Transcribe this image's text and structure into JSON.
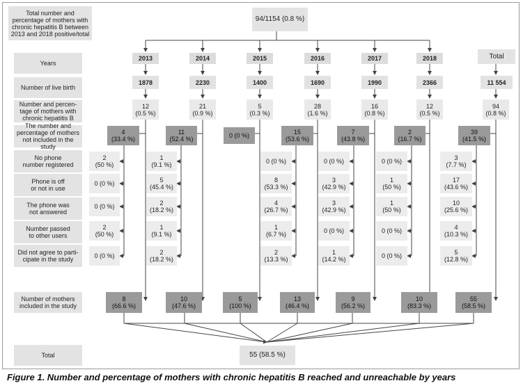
{
  "header": {
    "row_label": "Total number and percentage of mothers with chronic hepatitis B between 2013 and 2018 positive/total",
    "total_value": "94/1154 (0.8 %)"
  },
  "row_labels": {
    "years": "Years",
    "live_births": "Number of live birth",
    "mothers_hep_b": "Number and percen-\ntage of mothers with\nchronic hepatitis B",
    "not_included": "The number and percentage of mothers not included in the study",
    "no_phone": "No phone\nnumber registered",
    "phone_off": "Phone is off\nor not in use",
    "not_answered": "The phone was\nnot answered",
    "passed_other": "Number passed\nto other users",
    "not_agree": "Did not agree to parti-\ncipate in the study",
    "included": "Number of mothers\nincluded in the study",
    "total": "Total"
  },
  "columns": [
    {
      "year": "2013",
      "births": "1878",
      "hepb": "12\n(0.5 %)",
      "not_included": "4\n(33.4 %)",
      "reasons": [
        "2\n(50 %)",
        "0 (0 %)",
        "0 (0 %)",
        "2\n(50 %)",
        "0 (0 %)"
      ],
      "included": "8\n(66.6 %)"
    },
    {
      "year": "2014",
      "births": "2230",
      "hepb": "21\n(0.9 %)",
      "not_included": "11\n(52.4 %)",
      "reasons": [
        "1\n(9.1 %)",
        "5\n(45.4 %)",
        "2\n(18.2 %)",
        "1\n(9.1 %)",
        "2\n(18.2 %)"
      ],
      "included": "10\n(47.6 %)"
    },
    {
      "year": "2015",
      "births": "1400",
      "hepb": "5\n(0.3 %)",
      "not_included": "0 (0 %)",
      "reasons": [
        "0 (0 %)",
        "8\n(53.3 %)",
        "4\n(26.7 %)",
        "1\n(6.7 %)",
        "2\n(13.3 %)"
      ],
      "included": "5\n(100 %)"
    },
    {
      "year": "2016",
      "births": "1690",
      "hepb": "28\n(1.6 %)",
      "not_included": "15\n(53.6 %)",
      "reasons": [
        "0 (0 %)",
        "3\n(42.9 %)",
        "3\n(42.9 %)",
        "0 (0 %)",
        "1\n(14.2 %)"
      ],
      "included": "13\n(46.4 %)"
    },
    {
      "year": "2017",
      "births": "1990",
      "hepb": "16\n(0.8 %)",
      "not_included": "7\n(43.8 %)",
      "reasons": [
        "0 (0 %)",
        "1\n(50 %)",
        "1\n(50 %)",
        "0 (0 %)",
        "0 (0 %)"
      ],
      "included": "9\n(56.2 %)"
    },
    {
      "year": "2018",
      "births": "2366",
      "hepb": "12\n(0.5 %)",
      "not_included": "2\n(16.7 %)",
      "reasons": [],
      "included": "10\n(83.3 %)"
    }
  ],
  "total_column": {
    "label": "Total",
    "births": "11 554",
    "hepb": "94\n(0.8 %)",
    "not_included": "39\n(41.5 %)",
    "reasons": [
      "3\n(7.7 %)",
      "17\n(43.6 %)",
      "10\n(25.6 %)",
      "4\n(10.3 %)",
      "5\n(12.8 %)"
    ],
    "included": "55\n(58.5 %)"
  },
  "grand_total": "55 (58.5 %)",
  "caption": "Figure 1. Number and percentage of mothers with chronic hepatitis B reached and unreachable by years"
}
